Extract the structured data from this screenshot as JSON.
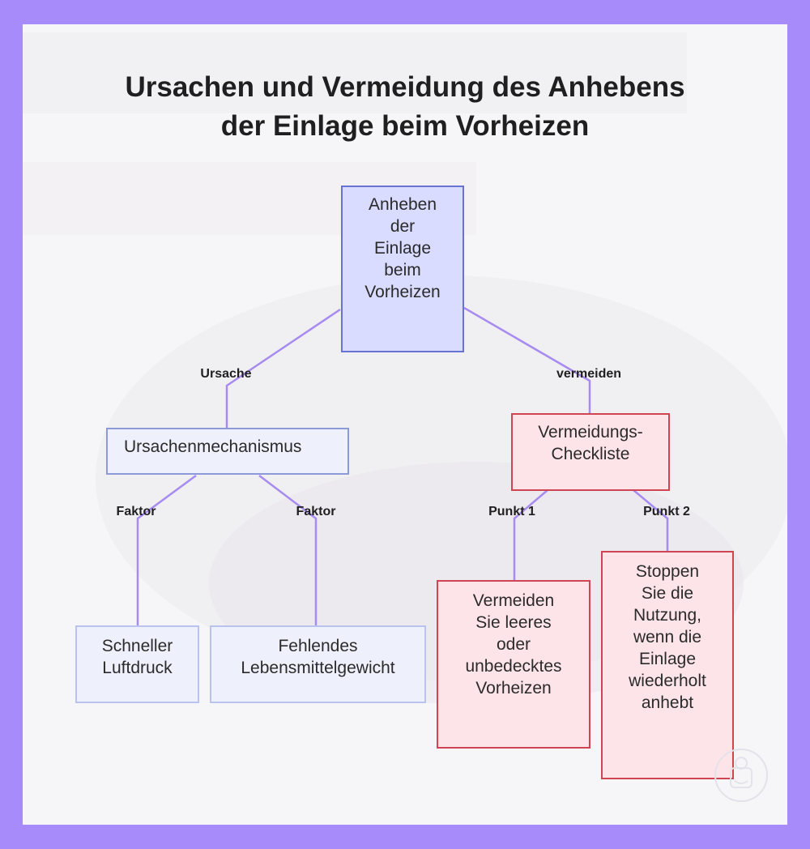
{
  "title": {
    "line1": "Ursachen und Vermeidung des Anhebens",
    "line2": "der Einlage beim Vorheizen"
  },
  "nodes": {
    "root": [
      "Anheben",
      "der",
      "Einlage",
      "beim",
      "Vorheizen"
    ],
    "cause": [
      "Ursachenmechanismus"
    ],
    "checklist": [
      "Vermeidungs-",
      "Checkliste"
    ],
    "air": [
      "Schneller",
      "Luftdruck"
    ],
    "food": [
      "Fehlendes",
      "Lebensmittelgewicht"
    ],
    "point1": [
      "Vermeiden",
      "Sie leeres",
      "oder",
      "unbedecktes",
      "Vorheizen"
    ],
    "point2": [
      "Stoppen",
      "Sie die",
      "Nutzung,",
      "wenn die",
      "Einlage",
      "wiederholt",
      "anhebt"
    ]
  },
  "edges": {
    "cause": "Ursache",
    "avoid": "vermeiden",
    "factor1": "Faktor",
    "factor2": "Faktor",
    "point1": "Punkt 1",
    "point2": "Punkt 2"
  },
  "colors": {
    "background": "#a78bfa",
    "edge": "#a78bf0",
    "root_fill": "#d9dbff",
    "checklist_fill": "#fde4e8",
    "checklist_border": "#d14553"
  },
  "icons": {
    "logo": "chef-logo-icon"
  }
}
